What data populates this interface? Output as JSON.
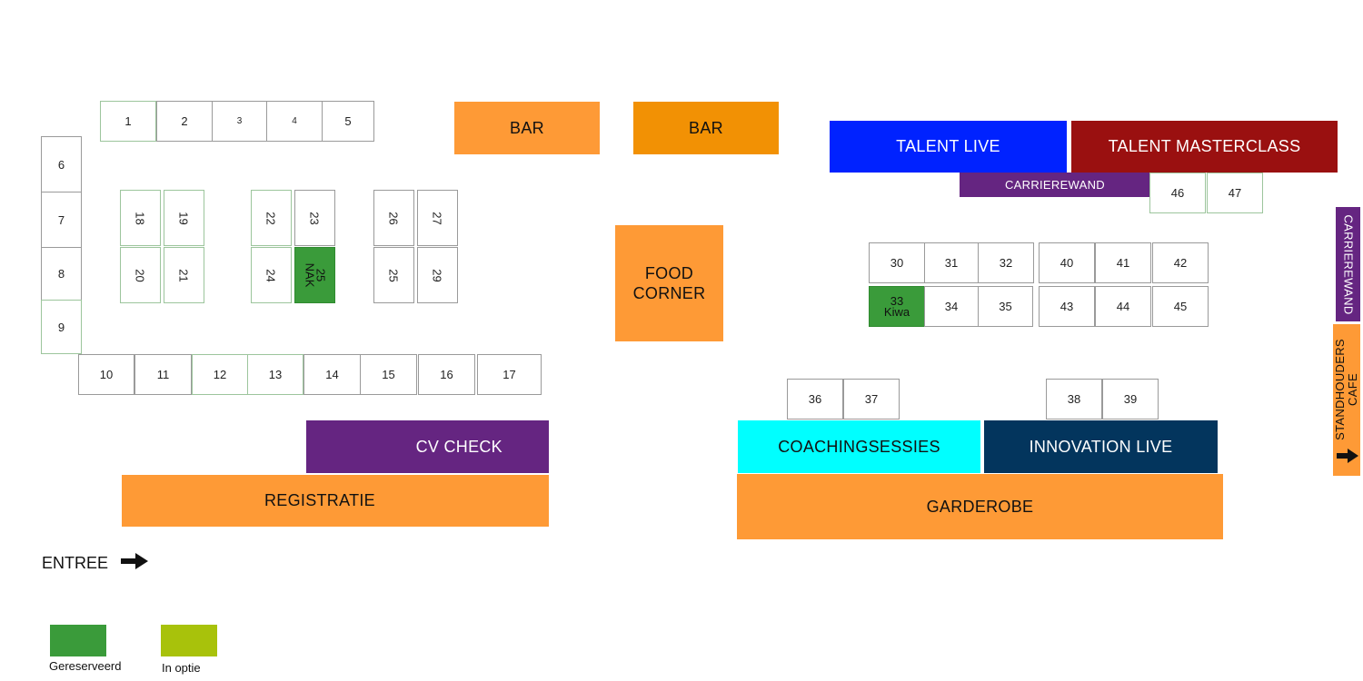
{
  "colors": {
    "orange": "#fe9a36",
    "orange_dark": "#f29104",
    "purple": "#652581",
    "blue": "#0022ff",
    "dark_red": "#9a1010",
    "cyan": "#00ffff",
    "navy": "#03355d",
    "reserved_green": "#3a9b3a",
    "option_lime": "#a8c20b"
  },
  "zones": {
    "bar_left": "BAR",
    "bar_right": "BAR",
    "food_corner": "FOOD\nCORNER",
    "talent_live": "TALENT LIVE",
    "talent_masterclass": "TALENT MASTERCLASS",
    "carrierewand_top": "CARRIEREWAND",
    "carrierewand_side": "CARRIEREWAND",
    "standhouders_cafe": "STANDHOUDERS\nCAFE",
    "cv_check": "CV CHECK",
    "registratie": "REGISTRATIE",
    "coachingsessies": "COACHINGSESSIES",
    "innovation_live": "INNOVATION LIVE",
    "garderobe": "GARDEROBE"
  },
  "entrance": {
    "label": "ENTREE",
    "icon": "arrow-right-icon"
  },
  "side_arrow_icon": "arrow-right-icon",
  "booths": {
    "b1": "1",
    "b2": "2",
    "b3": "3",
    "b4": "4",
    "b5": "5",
    "b6": "6",
    "b7": "7",
    "b8": "8",
    "b9": "9",
    "b10": "10",
    "b11": "11",
    "b12": "12",
    "b13": "13",
    "b14": "14",
    "b15": "15",
    "b16": "16",
    "b17": "17",
    "b18": "18",
    "b19": "19",
    "b20": "20",
    "b21": "21",
    "b22": "22",
    "b23": "23",
    "b24": "24",
    "b25nak_num": "25",
    "b25nak_name": "NAK",
    "b26": "26",
    "b27": "27",
    "b25": "25",
    "b29": "29",
    "b30": "30",
    "b31": "31",
    "b32": "32",
    "b33_num": "33",
    "b33_name": "Kiwa",
    "b34": "34",
    "b35": "35",
    "b36": "36",
    "b37": "37",
    "b38": "38",
    "b39": "39",
    "b40": "40",
    "b41": "41",
    "b42": "42",
    "b43": "43",
    "b44": "44",
    "b45": "45",
    "b46": "46",
    "b47": "47"
  },
  "legend": {
    "reserved": "Gereserveerd",
    "option": "In optie"
  }
}
